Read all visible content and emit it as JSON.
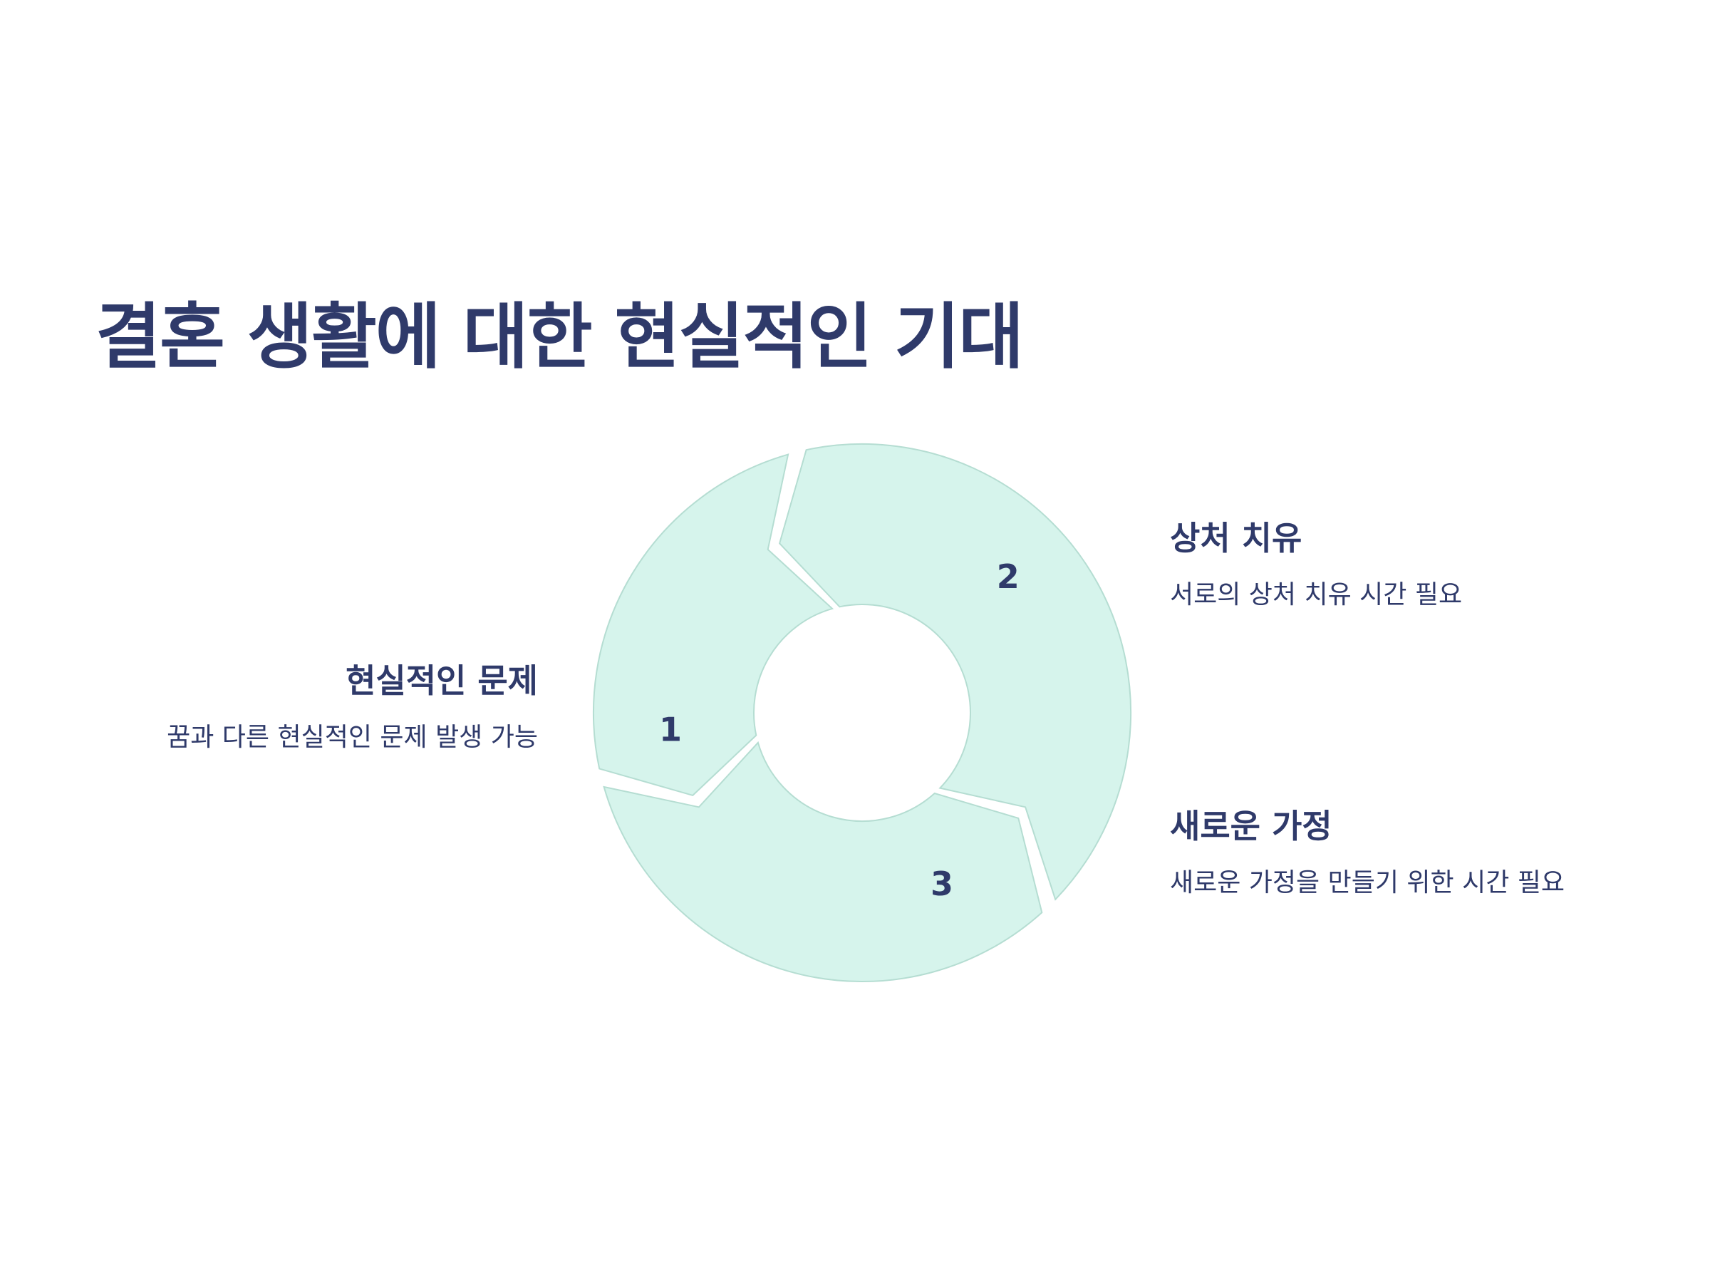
{
  "title": "결혼 생활에 대한 현실적인 기대",
  "colors": {
    "text": "#2f3a6a",
    "segment_fill": "#d6f4ec",
    "segment_stroke": "#b5ddd2",
    "background": "#ffffff"
  },
  "cycle": {
    "steps": [
      {
        "number": "1",
        "heading": "현실적인 문제",
        "description": "꿈과 다른 현실적인 문제 발생 가능"
      },
      {
        "number": "2",
        "heading": "상처 치유",
        "description": "서로의 상처 치유 시간 필요"
      },
      {
        "number": "3",
        "heading": "새로운 가정",
        "description": "새로운 가정을 만들기 위한 시간 필요"
      }
    ]
  }
}
